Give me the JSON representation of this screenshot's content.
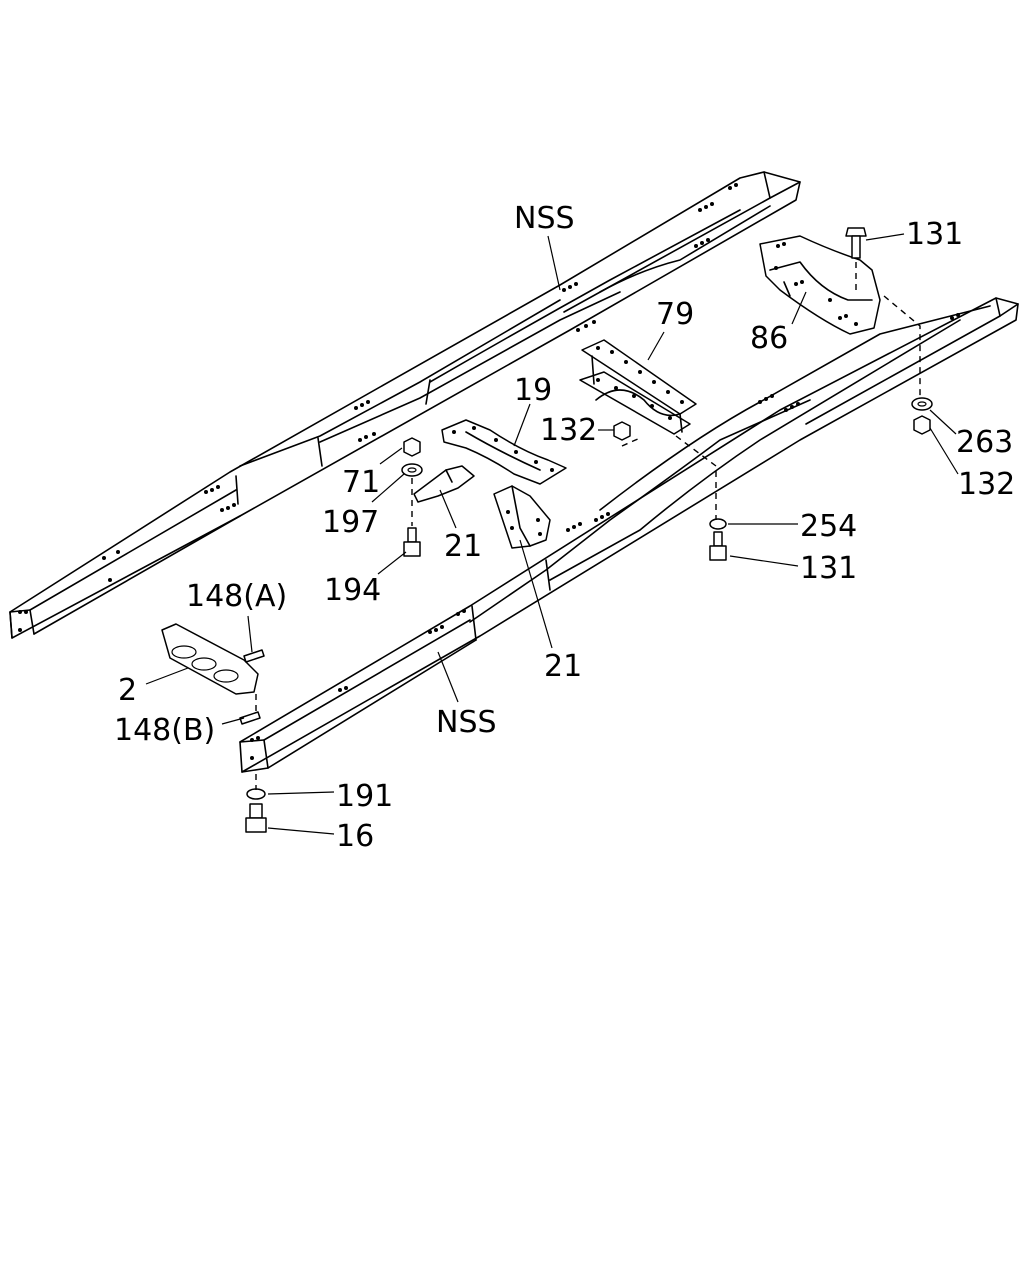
{
  "labels": {
    "nss_top": "NSS",
    "nss_bottom": "NSS",
    "p131_top": "131",
    "p86": "86",
    "p79": "79",
    "p19": "19",
    "p132_mid": "132",
    "p263": "263",
    "p132_right": "132",
    "p71": "71",
    "p197": "197",
    "p21_upper": "21",
    "p194": "194",
    "p254": "254",
    "p131_lower": "131",
    "p21_lower": "21",
    "p148a": "148(A)",
    "p2": "2",
    "p148b": "148(B)",
    "p191": "191",
    "p16": "16"
  }
}
